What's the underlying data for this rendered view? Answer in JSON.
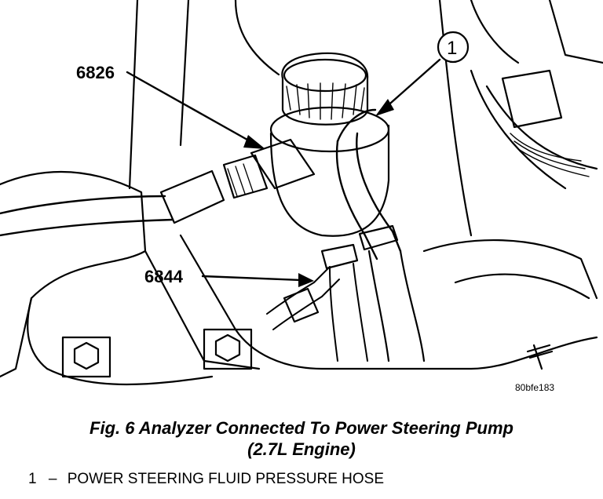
{
  "figure": {
    "callouts": {
      "part_6826": "6826",
      "part_6844": "6844",
      "item_1": "1"
    },
    "reference_code": "80bfe183",
    "caption_line1": "Fig. 6 Analyzer Connected To Power Steering Pump",
    "caption_line2": "(2.7L Engine)"
  },
  "legend": {
    "items": [
      {
        "number": "1",
        "dash": "–",
        "label": "POWER STEERING FLUID PRESSURE HOSE"
      }
    ]
  }
}
